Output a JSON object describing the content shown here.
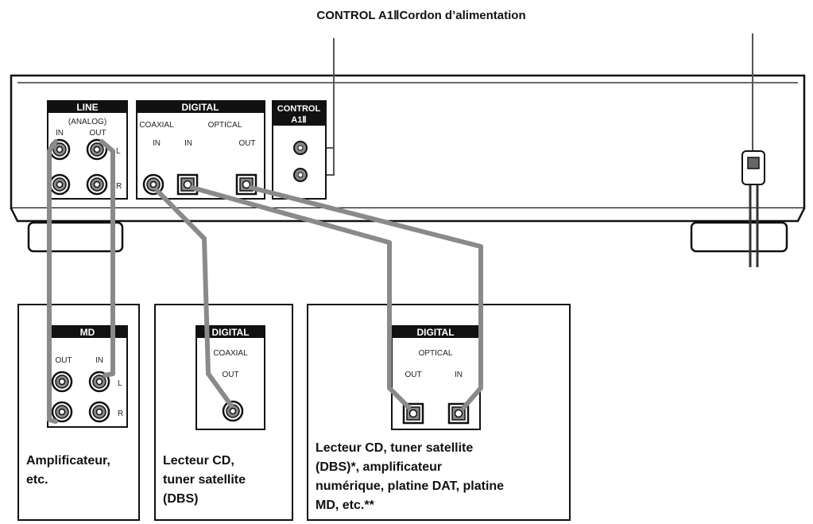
{
  "top_label": "CONTROL A1ⅡCordon d’alimentation",
  "player": {
    "line": {
      "header": "LINE",
      "sub": "(ANALOG)",
      "in": "IN",
      "out": "OUT",
      "l": "L",
      "r": "R"
    },
    "digital": {
      "header": "DIGITAL",
      "coaxial": "COAXIAL",
      "optical": "OPTICAL",
      "coax_in": "IN",
      "opt_in": "IN",
      "opt_out": "OUT"
    },
    "control": {
      "header1": "CONTROL",
      "header2": "A1Ⅱ"
    }
  },
  "boxes": [
    {
      "panel": {
        "header": "MD",
        "out": "OUT",
        "in": "IN",
        "l": "L",
        "r": "R"
      },
      "caption": [
        "Amplificateur,",
        "etc."
      ]
    },
    {
      "panel": {
        "header": "DIGITAL",
        "type": "COAXIAL",
        "out": "OUT"
      },
      "caption": [
        "Lecteur CD,",
        "tuner satellite",
        "(DBS)"
      ]
    },
    {
      "panel": {
        "header": "DIGITAL",
        "type": "OPTICAL",
        "out": "OUT",
        "in": "IN"
      },
      "caption": [
        "Lecteur CD, tuner satellite",
        "(DBS)*, amplificateur",
        "numérique, platine DAT, platine",
        "MD, etc.**"
      ]
    }
  ]
}
